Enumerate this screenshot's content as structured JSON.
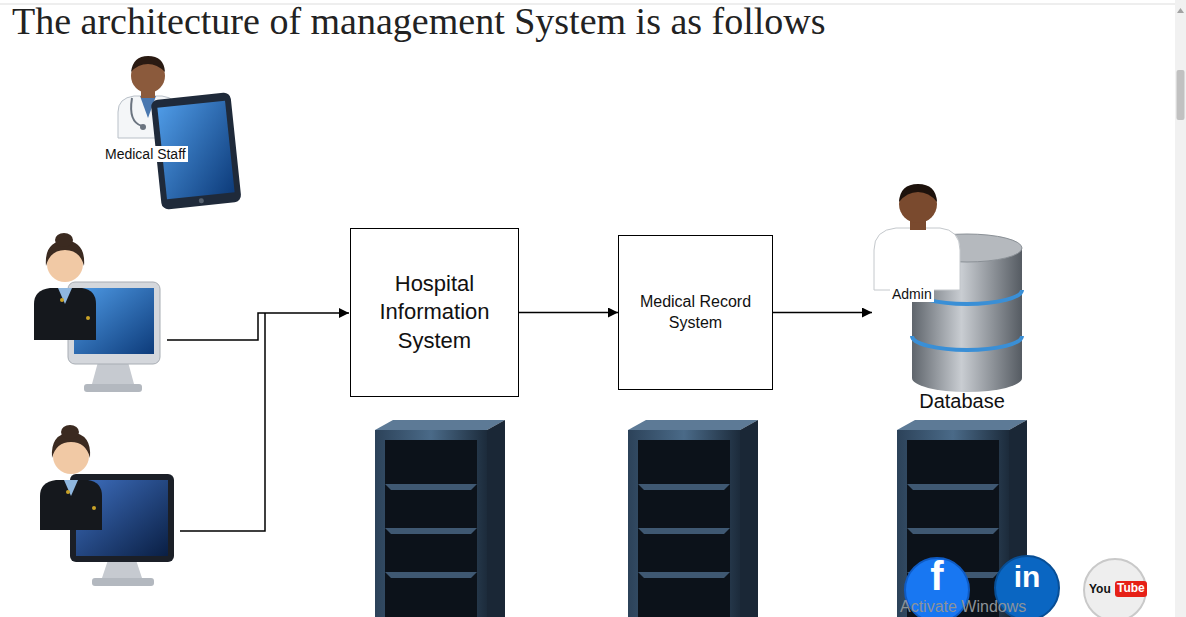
{
  "diagram": {
    "title": "The architecture of management System is as follows",
    "nodes": [
      {
        "text": [
          "Hospital Information System"
        ]
      },
      {
        "text": [
          "Medical Record System"
        ]
      },
      {
        "text": [
          "Admin",
          "Database"
        ]
      }
    ],
    "edges": [
      {
        "from": 0,
        "to": 1,
        "arrow": "to"
      },
      {
        "from": 1,
        "to": 2,
        "arrow": "to"
      }
    ],
    "labels": [
      "Medical Staff",
      "f",
      "in",
      "You",
      "Tube",
      "Activate Windows"
    ]
  }
}
